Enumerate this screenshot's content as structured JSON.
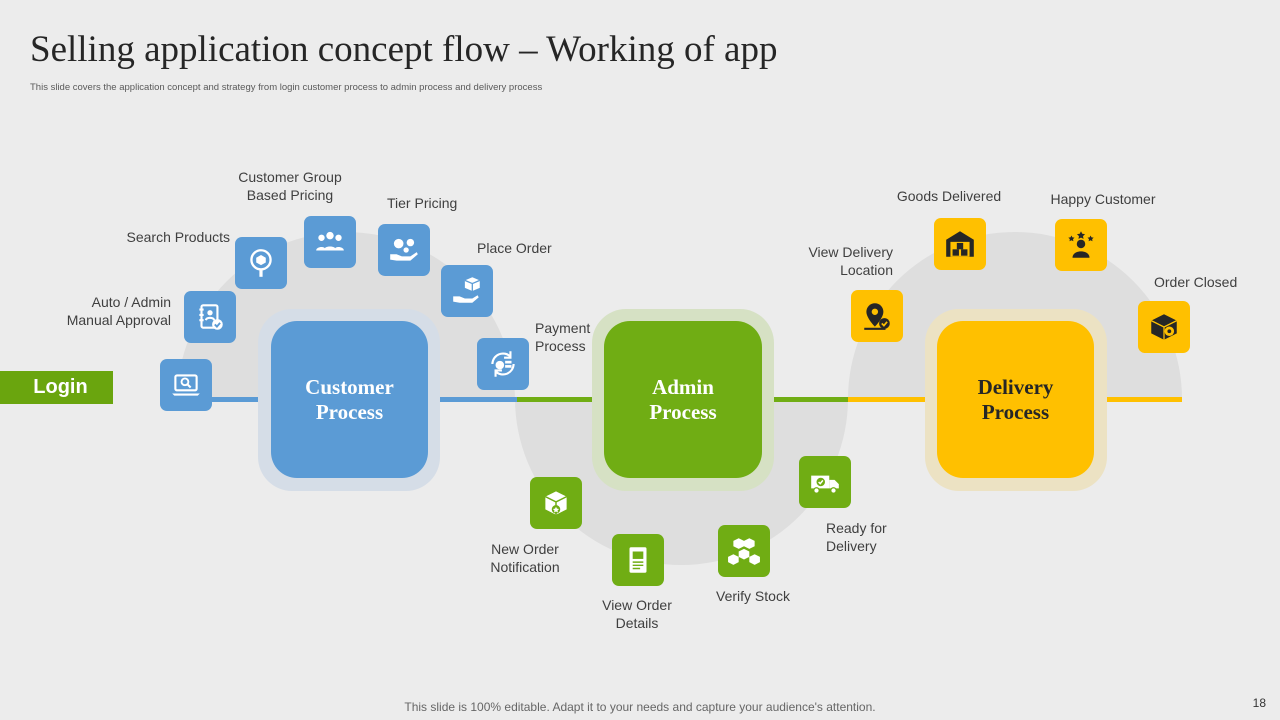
{
  "title": "Selling application concept flow – Working of app",
  "subtitle": "This slide covers the application concept and strategy from login customer process to admin process and delivery process",
  "login": "Login",
  "processes": {
    "customer": "Customer\nProcess",
    "admin": "Admin\nProcess",
    "delivery": "Delivery\nProcess"
  },
  "colors": {
    "customer": "#5b9bd5",
    "admin": "#70ad14",
    "delivery": "#ffc000",
    "login": "#6aa50e"
  },
  "steps": {
    "auto_admin": {
      "label": "Auto / Admin\nManual Approval",
      "icon": "contact-book-check-icon"
    },
    "search_products": {
      "label": "Search Products",
      "icon": "magnifier-box-icon"
    },
    "customer_group": {
      "label": "Customer Group\nBased Pricing",
      "icon": "user-group-icon"
    },
    "tier_pricing": {
      "label": "Tier Pricing",
      "icon": "hand-coins-icon"
    },
    "place_order": {
      "label": "Place Order",
      "icon": "hand-package-icon"
    },
    "payment": {
      "label": "Payment\nProcess",
      "icon": "money-cycle-icon"
    },
    "login_screen": {
      "icon": "laptop-search-icon"
    },
    "new_order": {
      "label": "New Order\nNotification",
      "icon": "box-star-icon"
    },
    "view_order": {
      "label": "View Order\nDetails",
      "icon": "document-icon"
    },
    "verify_stock": {
      "label": "Verify Stock",
      "icon": "stacked-boxes-icon"
    },
    "ready_delivery": {
      "label": "Ready for\nDelivery",
      "icon": "truck-check-icon"
    },
    "view_location": {
      "label": "View Delivery\nLocation",
      "icon": "location-pin-check-icon"
    },
    "goods_delivered": {
      "label": "Goods Delivered",
      "icon": "warehouse-icon"
    },
    "happy_customer": {
      "label": "Happy Customer",
      "icon": "person-stars-icon"
    },
    "order_closed": {
      "label": "Order Closed",
      "icon": "box-gear-icon"
    }
  },
  "footer": "This slide is 100% editable. Adapt it to your needs and capture your audience's attention.",
  "page_number": "18"
}
